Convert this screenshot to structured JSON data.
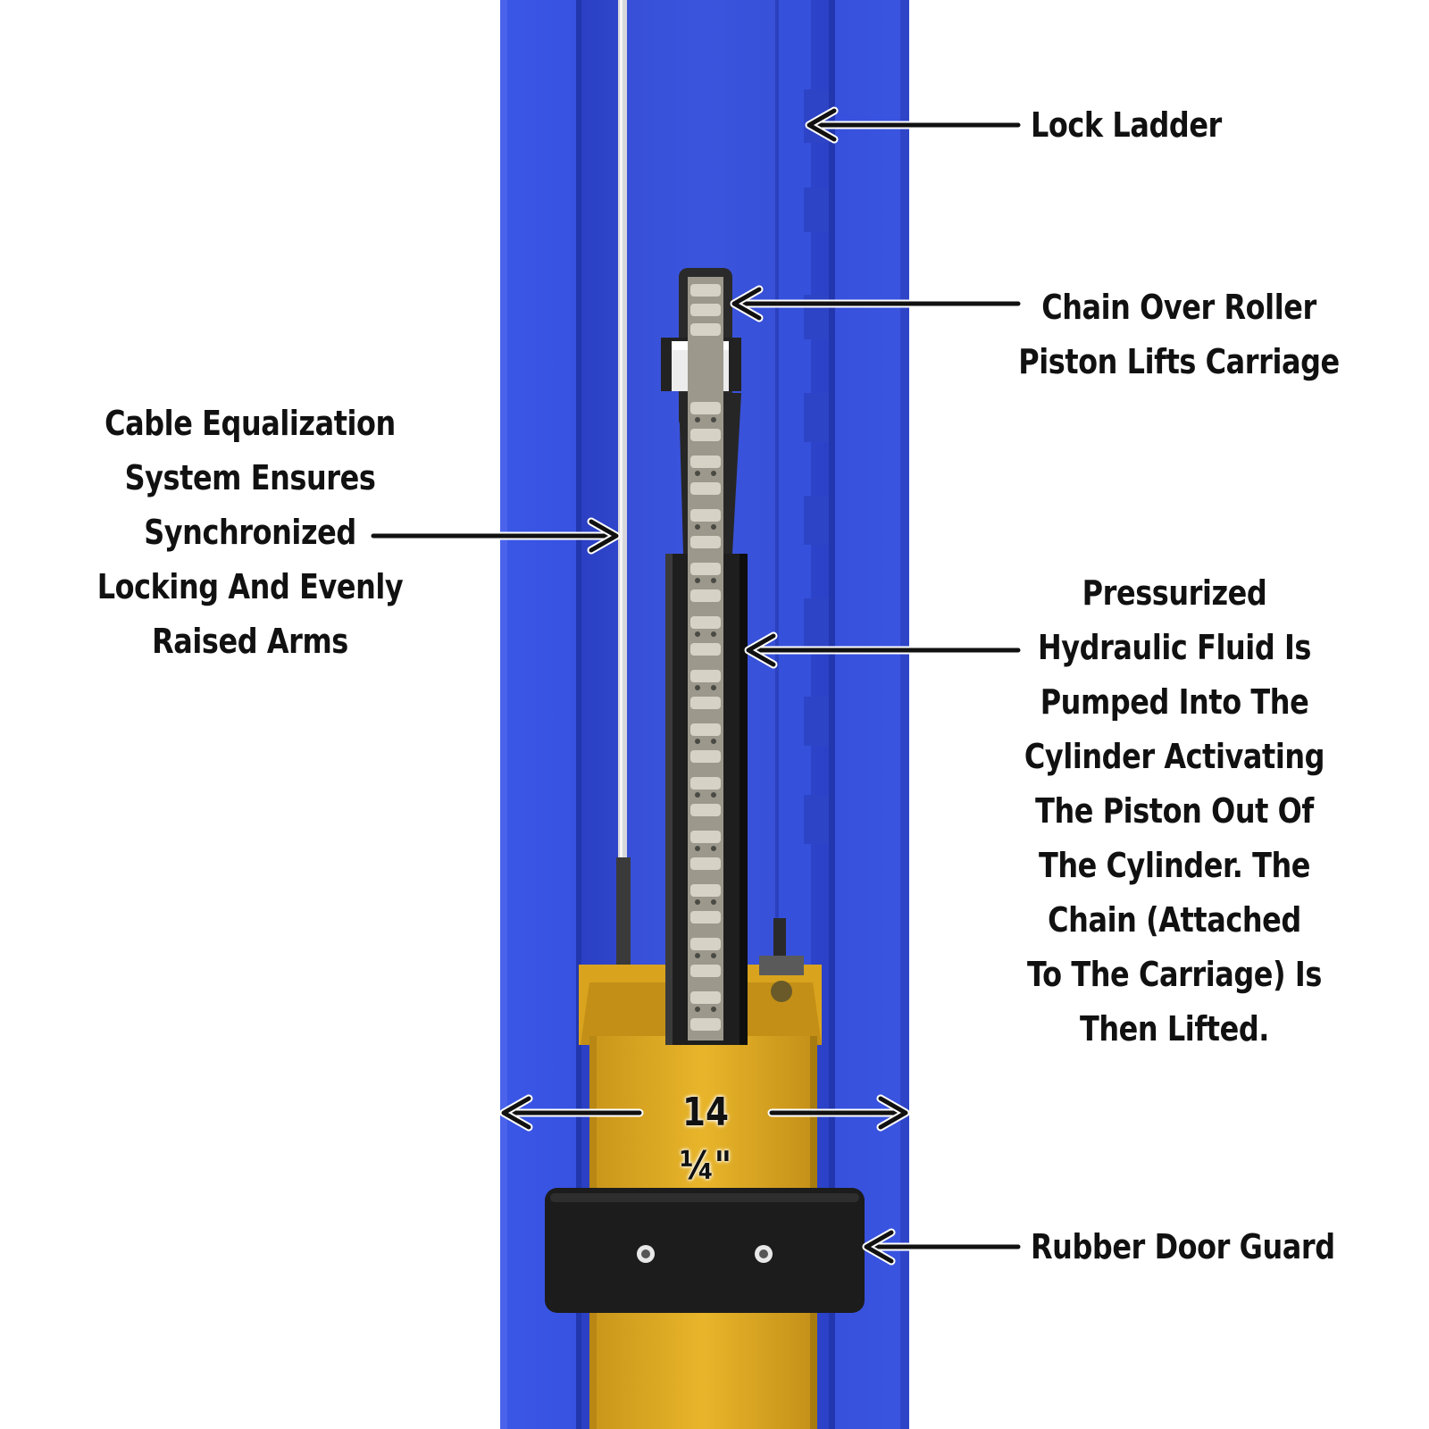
{
  "colors": {
    "post_blue": "#3a52dc",
    "post_blue_dark": "#2339b8",
    "cylinder_yellow": "#e2ae22",
    "guard_black": "#1c1c1c",
    "chain_silver": "#c9c6bc",
    "arrow_black": "#111111"
  },
  "callouts": {
    "lock_ladder": "Lock Ladder",
    "chain_roller": [
      "Chain Over Roller",
      "Piston Lifts Carriage"
    ],
    "cable_equalization": [
      "Cable Equalization",
      "System Ensures",
      "Synchronized",
      "Locking And Evenly",
      "Raised Arms"
    ],
    "hydraulic": [
      "Pressurized",
      "Hydraulic Fluid Is",
      "Pumped Into The",
      "Cylinder Activating",
      "The Piston Out Of",
      "The Cylinder. The",
      "Chain (Attached",
      "To The Carriage) Is",
      "Then Lifted."
    ],
    "door_guard": "Rubber Door Guard"
  },
  "dimension": {
    "width_label": "14 ¼\""
  }
}
